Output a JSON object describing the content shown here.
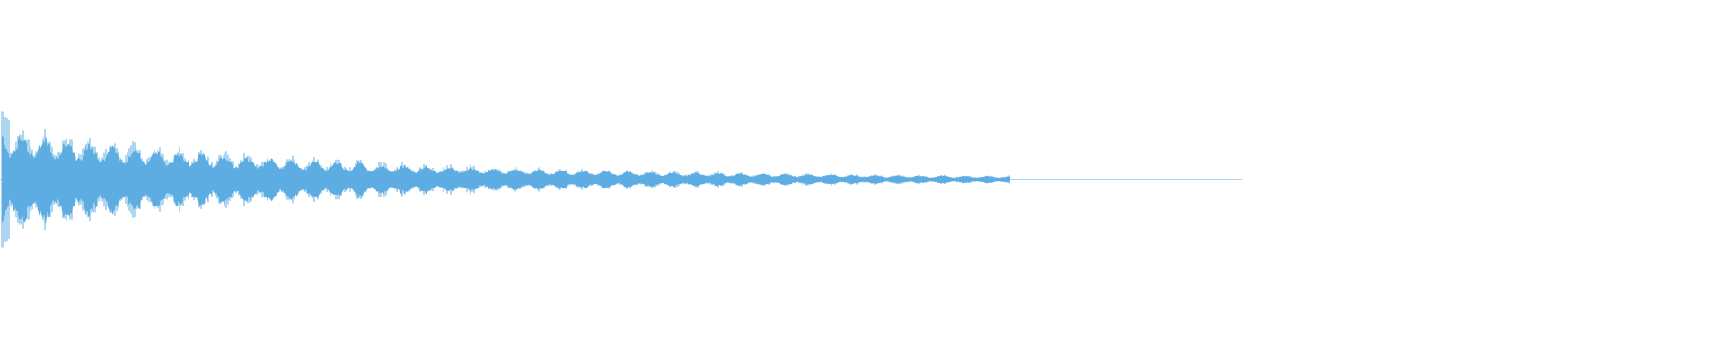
{
  "waveform": {
    "color": "#5dade2",
    "background": "#ffffff",
    "duration_fraction": 0.586,
    "envelope": {
      "initial_amplitude": 0.62,
      "tail_amplitude": 0.02,
      "decay_rate": 3.2,
      "pulse_count": 45,
      "pulse_depth": 0.45
    }
  }
}
